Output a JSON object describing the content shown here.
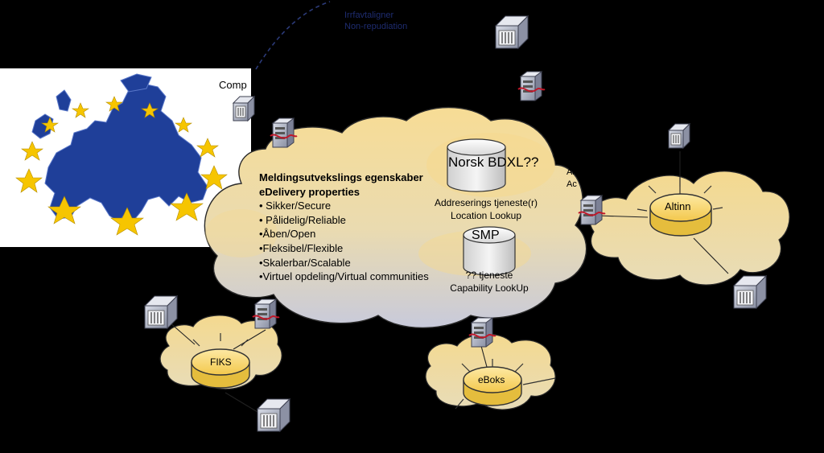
{
  "top_note": {
    "line1": "Irrfavtaligner",
    "line2": "Non-repudiation"
  },
  "eu_label": "Comp",
  "right_label": {
    "line1": "Ak",
    "line2": "Ac"
  },
  "properties": {
    "heading1": "Meldingsutvekslings egenskaber",
    "heading2": "eDelivery properties",
    "items": [
      "• Sikker/Secure",
      "• Pålidelig/Reliable",
      "•Åben/Open",
      "•Fleksibel/Flexible",
      "•Skalerbar/Scalable",
      "•Virtuel opdeling/Virtual communities"
    ]
  },
  "bdxl": {
    "title": "Norsk BDXL??",
    "line1": "Addreserings tjeneste(r)",
    "line2": "Location Lookup"
  },
  "smp": {
    "title": "SMP",
    "line1": "?? tjeneste",
    "line2": "Capability LookUp"
  },
  "nodes": {
    "altinn": "Altinn",
    "fiks": "FIKS",
    "eboks": "eBoks"
  },
  "colors": {
    "background": "#000000",
    "cloud_fill": "#f5dc9a",
    "cloud_shade": "#c9c8d6",
    "eu_blue": "#1f3f99",
    "star": "#f6c500"
  }
}
